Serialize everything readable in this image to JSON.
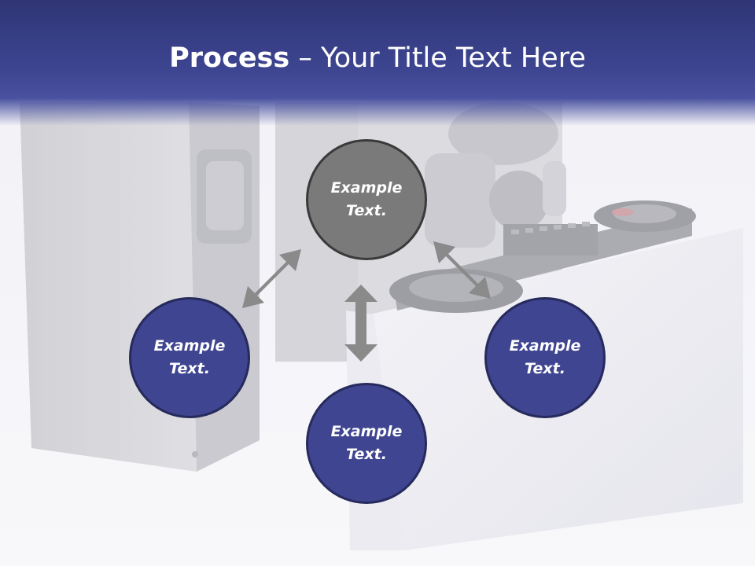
{
  "slide": {
    "title_bold": "Process",
    "title_rest": " – Your Title Text Here"
  },
  "diagram": {
    "center_node": {
      "label": "Example Text."
    },
    "left_node": {
      "label": "Example Text."
    },
    "bottom_node": {
      "label": "Example Text."
    },
    "right_node": {
      "label": "Example Text."
    }
  },
  "colors": {
    "title_bar": "#3d4591",
    "node_blue": "#3f4590",
    "node_center": "#7a7a7a",
    "arrow": "#8a8a8a"
  }
}
